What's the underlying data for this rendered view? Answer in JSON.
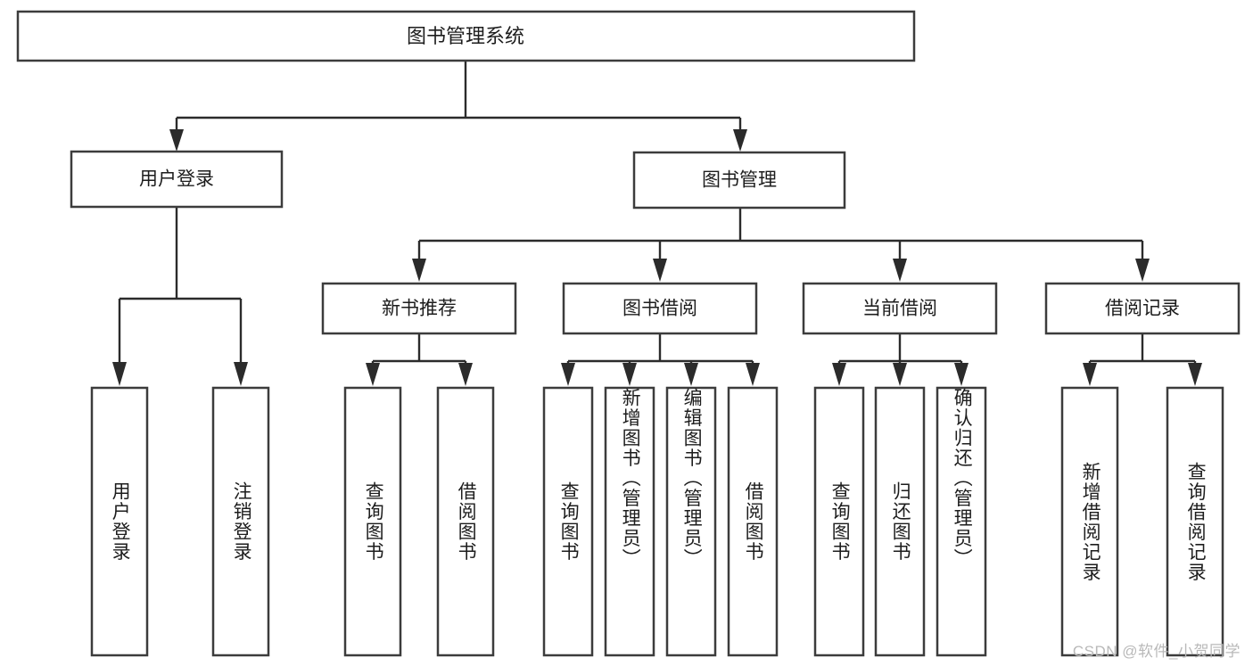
{
  "diagram": {
    "title": "图书管理系统",
    "type": "hierarchy-tree",
    "watermark": "CSDN @软件_小贺同学",
    "root": {
      "id": "root",
      "label": "图书管理系统"
    },
    "level2": [
      {
        "id": "user-login",
        "label": "用户登录"
      },
      {
        "id": "book-manage",
        "label": "图书管理"
      }
    ],
    "level3": [
      {
        "id": "new-book-recommend",
        "label": "新书推荐",
        "parent": "book-manage"
      },
      {
        "id": "book-borrow",
        "label": "图书借阅",
        "parent": "book-manage"
      },
      {
        "id": "current-borrow",
        "label": "当前借阅",
        "parent": "book-manage"
      },
      {
        "id": "borrow-record",
        "label": "借阅记录",
        "parent": "book-manage"
      }
    ],
    "leaves": {
      "user-login": [
        {
          "id": "leaf-user-login",
          "label": "用户登录"
        },
        {
          "id": "leaf-logout",
          "label": "注销登录"
        }
      ],
      "new-book-recommend": [
        {
          "id": "leaf-query-book-1",
          "label": "查询图书"
        },
        {
          "id": "leaf-borrow-book-1",
          "label": "借阅图书"
        }
      ],
      "book-borrow": [
        {
          "id": "leaf-query-book-2",
          "label": "查询图书"
        },
        {
          "id": "leaf-add-book",
          "label": "新增图书（管理员）"
        },
        {
          "id": "leaf-edit-book",
          "label": "编辑图书（管理员）"
        },
        {
          "id": "leaf-borrow-book-2",
          "label": "借阅图书"
        }
      ],
      "current-borrow": [
        {
          "id": "leaf-query-book-3",
          "label": "查询图书"
        },
        {
          "id": "leaf-return-book",
          "label": "归还图书"
        },
        {
          "id": "leaf-confirm-return",
          "label": "确认归还（管理员）"
        }
      ],
      "borrow-record": [
        {
          "id": "leaf-add-record",
          "label": "新增借阅记录"
        },
        {
          "id": "leaf-query-record",
          "label": "查询借阅记录"
        }
      ]
    },
    "colors": {
      "box_stroke": "#3c3c3c",
      "edge": "#2b2b2b",
      "text": "#1d1d1d",
      "background": "#ffffff",
      "watermark": "#b9b9b9"
    }
  }
}
